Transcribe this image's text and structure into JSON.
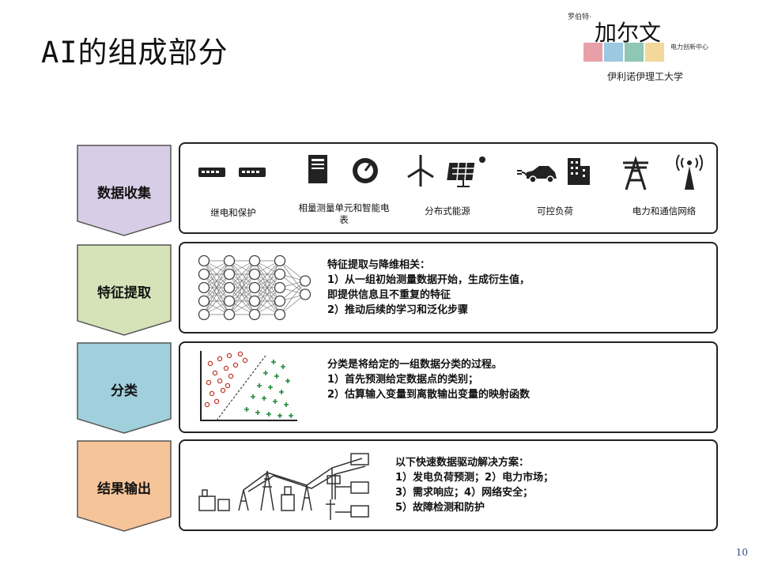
{
  "title": "AI的组成部分",
  "logo": {
    "small_text": "罗伯特·",
    "main_text": "加尔文",
    "sub_text": "电力创新中心",
    "university": "伊利诺伊理工大学",
    "tile_colors": [
      "#e8a0a8",
      "#9cc8e0",
      "#8fc6b4",
      "#f2d89a"
    ]
  },
  "rows": [
    {
      "label": "数据收集",
      "arrow_color": "#d8cde6",
      "items": [
        {
          "icon": "relay-icon",
          "label": "继电和保护"
        },
        {
          "icon": "pmu-meter-icon",
          "label": "相量测量单元和智能电表"
        },
        {
          "icon": "wind-solar-icon",
          "label": "分布式能源"
        },
        {
          "icon": "ev-building-icon",
          "label": "可控负荷"
        },
        {
          "icon": "tower-antenna-icon",
          "label": "电力和通信网络"
        }
      ]
    },
    {
      "label": "特征提取",
      "arrow_color": "#d6e2b8",
      "lines": [
        "特征提取与降维相关：",
        "1）从一组初始测量数据开始，生成衍生值，",
        "即提供信息且不重复的特征",
        "2）推动后续的学习和泛化步骤"
      ]
    },
    {
      "label": "分类",
      "arrow_color": "#9fd0dc",
      "lines": [
        "分类是将给定的一组数据分类的过程。",
        "1）首先预测给定数据点的类别；",
        "2）估算输入变量到离散输出变量的映射函数"
      ]
    },
    {
      "label": "结果输出",
      "arrow_color": "#f6c499",
      "lines": [
        "以下快速数据驱动解决方案：",
        "1）发电负荷预测；2）电力市场；",
        "3）需求响应；4）网络安全；",
        "5）故障检测和防护"
      ]
    }
  ],
  "page_number": "10"
}
